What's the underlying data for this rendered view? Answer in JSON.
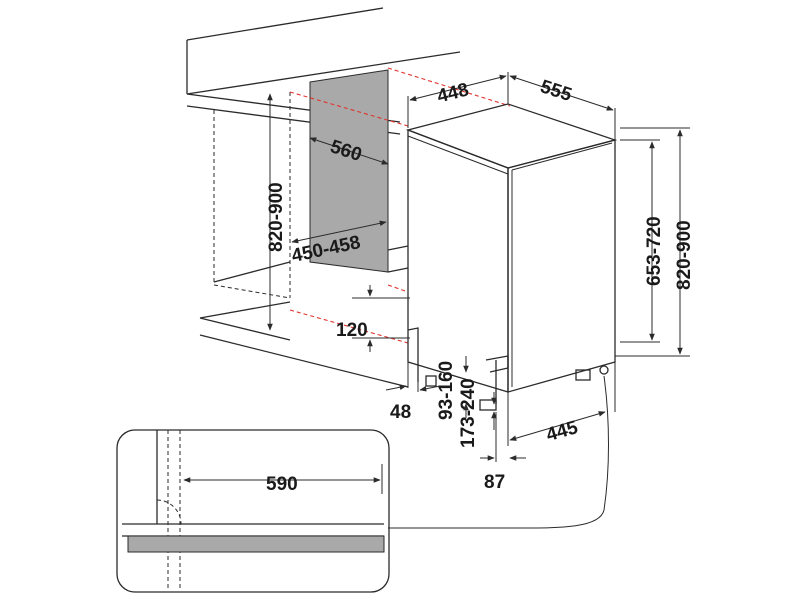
{
  "diagram": {
    "colors": {
      "line": "#2b2b2b",
      "niche_fill": "#a9a9a9",
      "red_guide": "#e0342f",
      "background": "#ffffff"
    },
    "dimensions": {
      "niche_width": "448",
      "appliance_depth": "555",
      "niche_depth": "560",
      "niche_height_left": "820-900",
      "niche_width_range": "450-458",
      "appliance_height": "653-720",
      "total_height_right": "820-900",
      "plinth_height": "120",
      "foot_offset": "48",
      "plinth_range_a": "93-160",
      "plinth_range_b": "173-240",
      "foot_depth": "445",
      "door_offset": "87",
      "detail_gap": "590"
    }
  }
}
